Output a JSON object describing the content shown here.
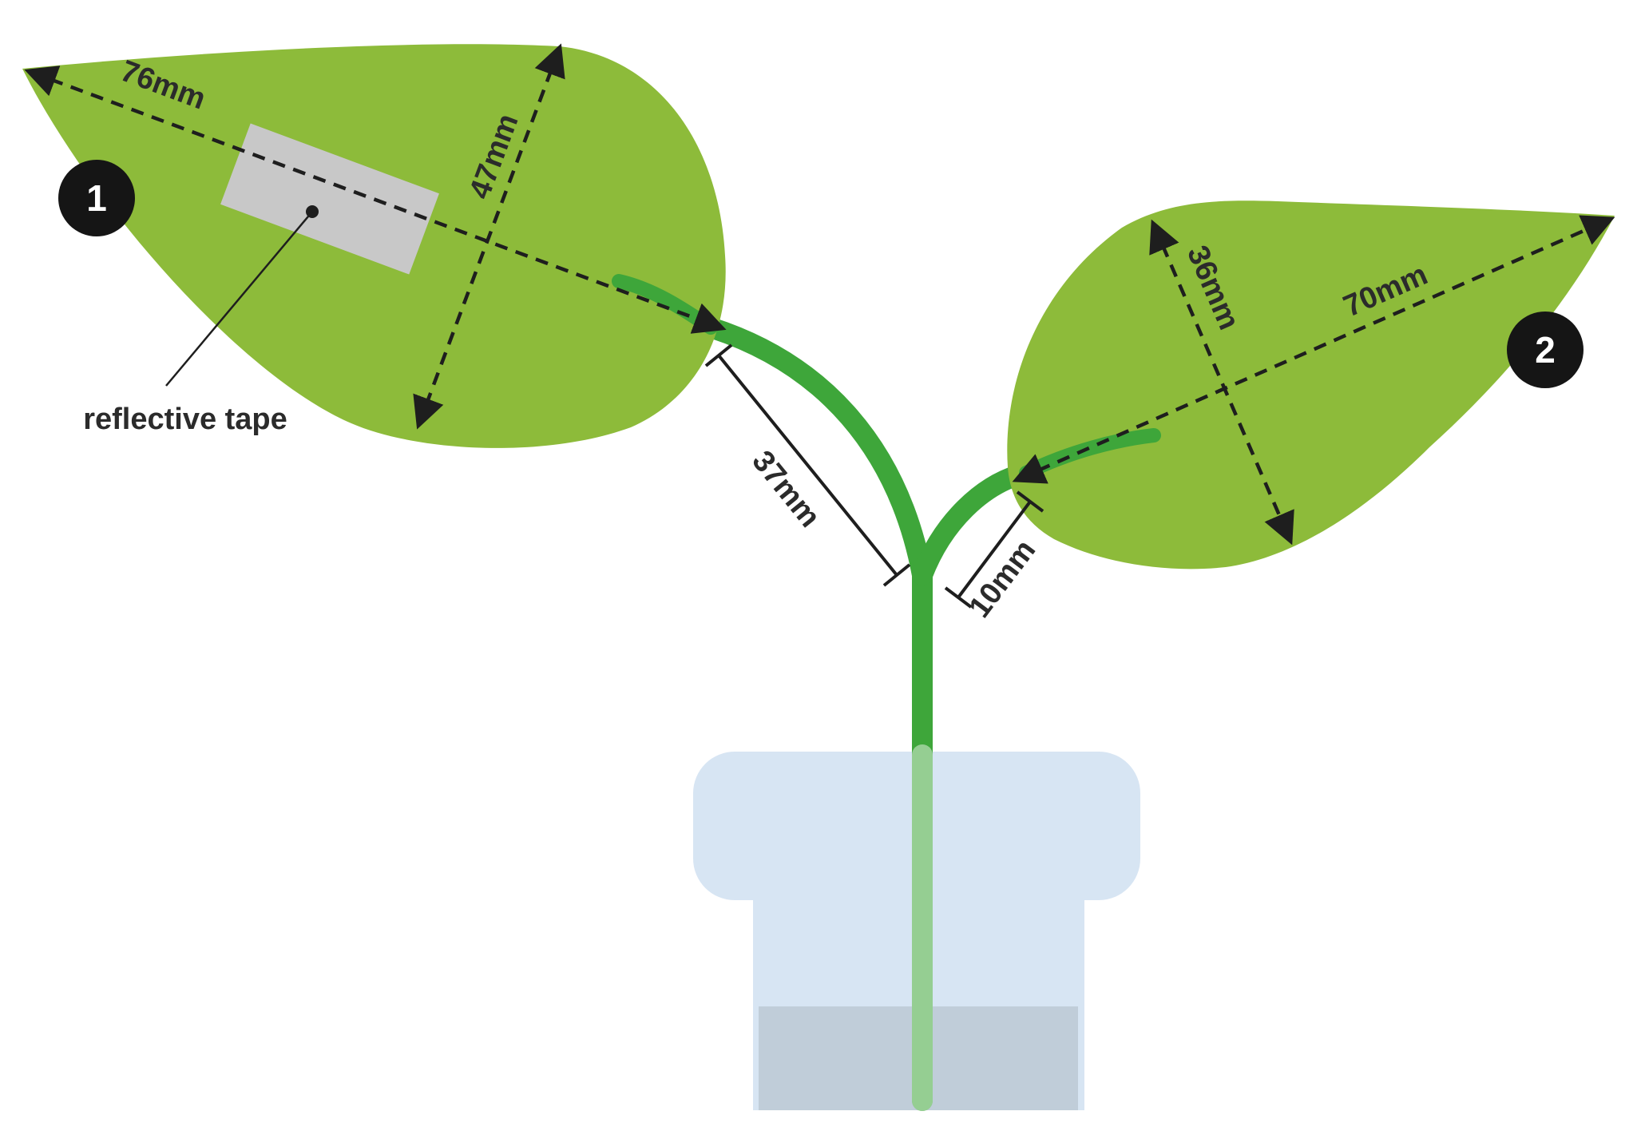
{
  "diagram": {
    "leaves": [
      {
        "id": "1",
        "length_label": "76mm",
        "width_label": "47mm"
      },
      {
        "id": "2",
        "length_label": "36mm",
        "width_label": "70mm"
      }
    ],
    "petioles": [
      {
        "label": "37mm"
      },
      {
        "label": "10mm"
      }
    ],
    "callout": {
      "label": "reflective tape"
    },
    "colors": {
      "leaf": "#8dbb3a",
      "stem": "#3ea63a",
      "tape": "#c8c8c8",
      "pot": "#d7e5f3",
      "water": "#c0cdd9",
      "badge": "#151515",
      "line": "#1e1e1e"
    }
  }
}
